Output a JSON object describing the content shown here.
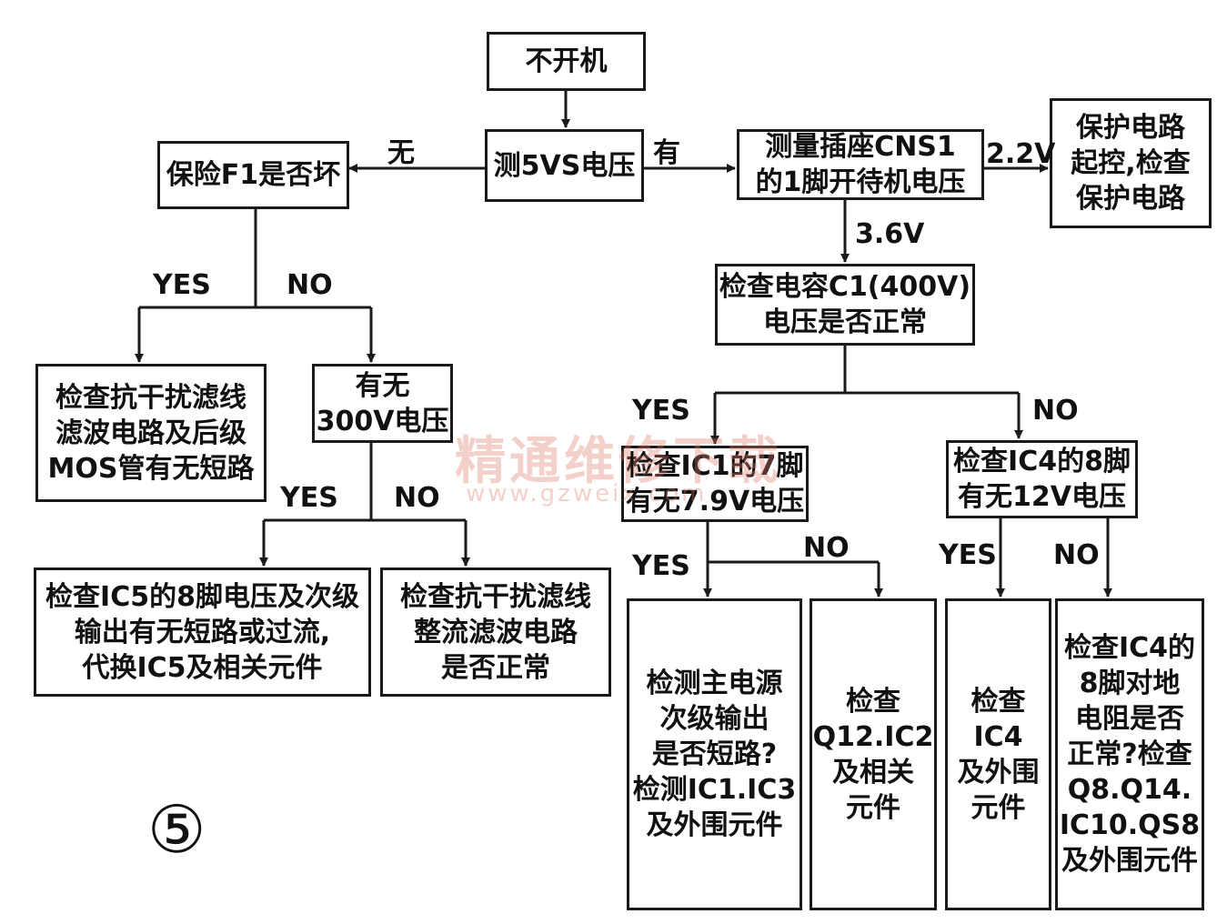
{
  "nodes": {
    "no_boot": "不开机",
    "measure_5vs": "测5VS电压",
    "fuse": "保险F1是否坏",
    "measure_cns1": "测量插座CNS1\n的1脚开待机电压",
    "protect": "保护电路\n起控,检查\n保护电路",
    "check_c1": "检查电容C1(400V)\n电压是否正常",
    "check_emi": "检查抗干扰滤线\n滤波电路及后级\nMOS管有无短路",
    "has_300v": "有无\n300V电压",
    "check_ic1": "检查IC1的7脚\n有无7.9V电压",
    "check_ic4": "检查IC4的8脚\n有无12V电压",
    "check_ic5": "检查IC5的8脚电压及次级\n输出有无短路或过流,\n代换IC5及相关元件",
    "check_rect": "检查抗干扰滤线\n整流滤波电路\n是否正常",
    "check_main": "检测主电源\n次级输出\n是否短路?\n检测IC1.IC3\n及外围元件",
    "check_q12": "检查\nQ12.IC2\n及相关\n元件",
    "check_ic4_ext": "检查IC4\n及外围\n元件",
    "check_ic4_pin8": "检查IC4的\n8脚对地\n电阻是否\n正常?检查\nQ8.Q14.\nIC10.QS8\n及外围元件"
  },
  "edge_labels": {
    "wu": "无",
    "you": "有",
    "v22": "2.2V",
    "v36": "3.6V",
    "yes": "YES",
    "no": "NO"
  },
  "watermark": {
    "text": "精通维修下载",
    "url": "www.gzweix.com"
  },
  "figure_number": "⑤"
}
